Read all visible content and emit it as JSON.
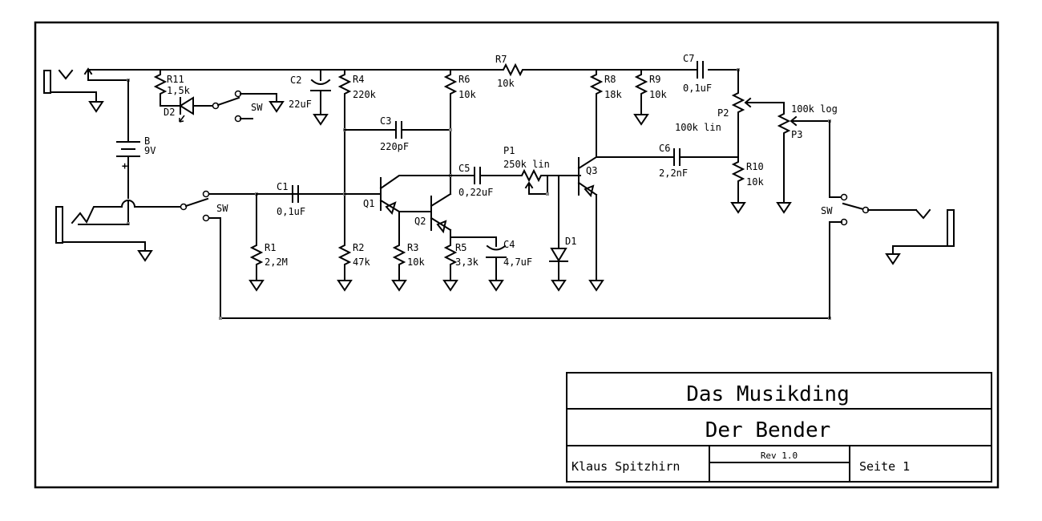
{
  "title_block": {
    "project": "Das Musikding",
    "title": "Der Bender",
    "author": "Klaus Spitzhirn",
    "revision": "Rev 1.0",
    "revision_extra": "",
    "page": "Seite 1"
  },
  "components": {
    "B": {
      "ref": "B",
      "value": "9V"
    },
    "R11": {
      "ref": "R11",
      "value": "1,5k"
    },
    "D2": {
      "ref": "D2"
    },
    "SW_led": {
      "ref": "SW"
    },
    "C2": {
      "ref": "C2",
      "value": "22uF"
    },
    "R4": {
      "ref": "R4",
      "value": "220k"
    },
    "R6": {
      "ref": "R6",
      "value": "10k"
    },
    "R7": {
      "ref": "R7",
      "value": "10k"
    },
    "R8": {
      "ref": "R8",
      "value": "18k"
    },
    "R9": {
      "ref": "R9",
      "value": "10k"
    },
    "C7": {
      "ref": "C7",
      "value": "0,1uF"
    },
    "C3": {
      "ref": "C3",
      "value": "220pF"
    },
    "P2": {
      "ref": "P2",
      "value": "100k lin"
    },
    "P3": {
      "ref": "P3",
      "value": "100k log"
    },
    "C5": {
      "ref": "C5",
      "value": "0,22uF"
    },
    "P1": {
      "ref": "P1",
      "value": "250k lin"
    },
    "Q1": {
      "ref": "Q1"
    },
    "Q2": {
      "ref": "Q2"
    },
    "Q3": {
      "ref": "Q3"
    },
    "C6": {
      "ref": "C6",
      "value": "2,2nF"
    },
    "R10": {
      "ref": "R10",
      "value": "10k"
    },
    "C1": {
      "ref": "C1",
      "value": "0,1uF"
    },
    "SW_in": {
      "ref": "SW"
    },
    "SW_out": {
      "ref": "SW"
    },
    "R1": {
      "ref": "R1",
      "value": "2,2M"
    },
    "R2": {
      "ref": "R2",
      "value": "47k"
    },
    "R3": {
      "ref": "R3",
      "value": "10k"
    },
    "R5": {
      "ref": "R5",
      "value": "3,3k"
    },
    "C4": {
      "ref": "C4",
      "value": "4,7uF"
    },
    "D1": {
      "ref": "D1"
    }
  }
}
